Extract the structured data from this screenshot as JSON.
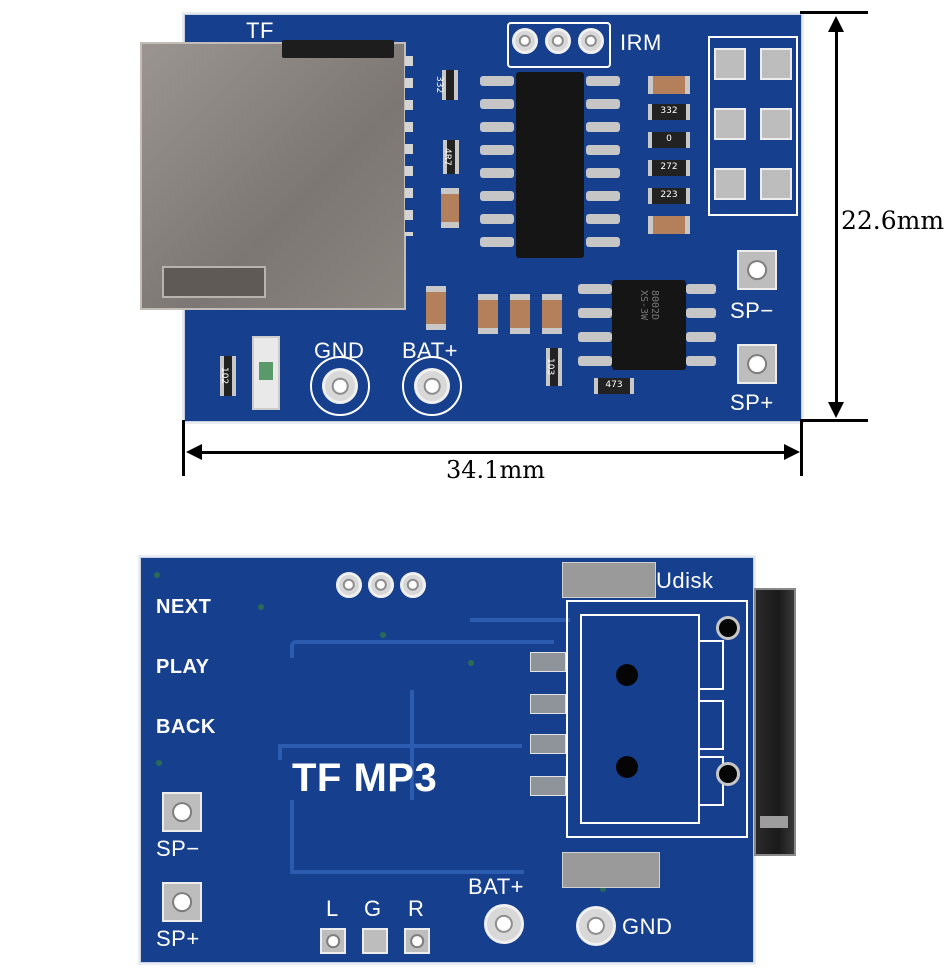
{
  "top_board": {
    "labels": {
      "tf": "TF",
      "irm": "IRM",
      "gnd": "GND",
      "bat": "BAT+",
      "sp_minus": "SP−",
      "sp_plus": "SP+"
    },
    "chip_marking": "8002D XS-3W",
    "resistor_codes": [
      "332",
      "4R7",
      "332",
      "0",
      "272",
      "223",
      "103",
      "473",
      "102"
    ],
    "width_label": "34.1mm",
    "height_label": "22.6mm"
  },
  "bottom_board": {
    "labels": {
      "next": "NEXT",
      "play": "PLAY",
      "back": "BACK",
      "title": "TF MP3",
      "sp_minus": "SP−",
      "sp_plus": "SP+",
      "bat": "BAT+",
      "gnd": "GND",
      "l": "L",
      "g": "G",
      "r": "R",
      "udisk": "Udisk"
    }
  },
  "colors": {
    "pcb_blue": "#163f8e",
    "silkscreen": "#ffffff",
    "solder_pad": "#bdbdbd"
  }
}
